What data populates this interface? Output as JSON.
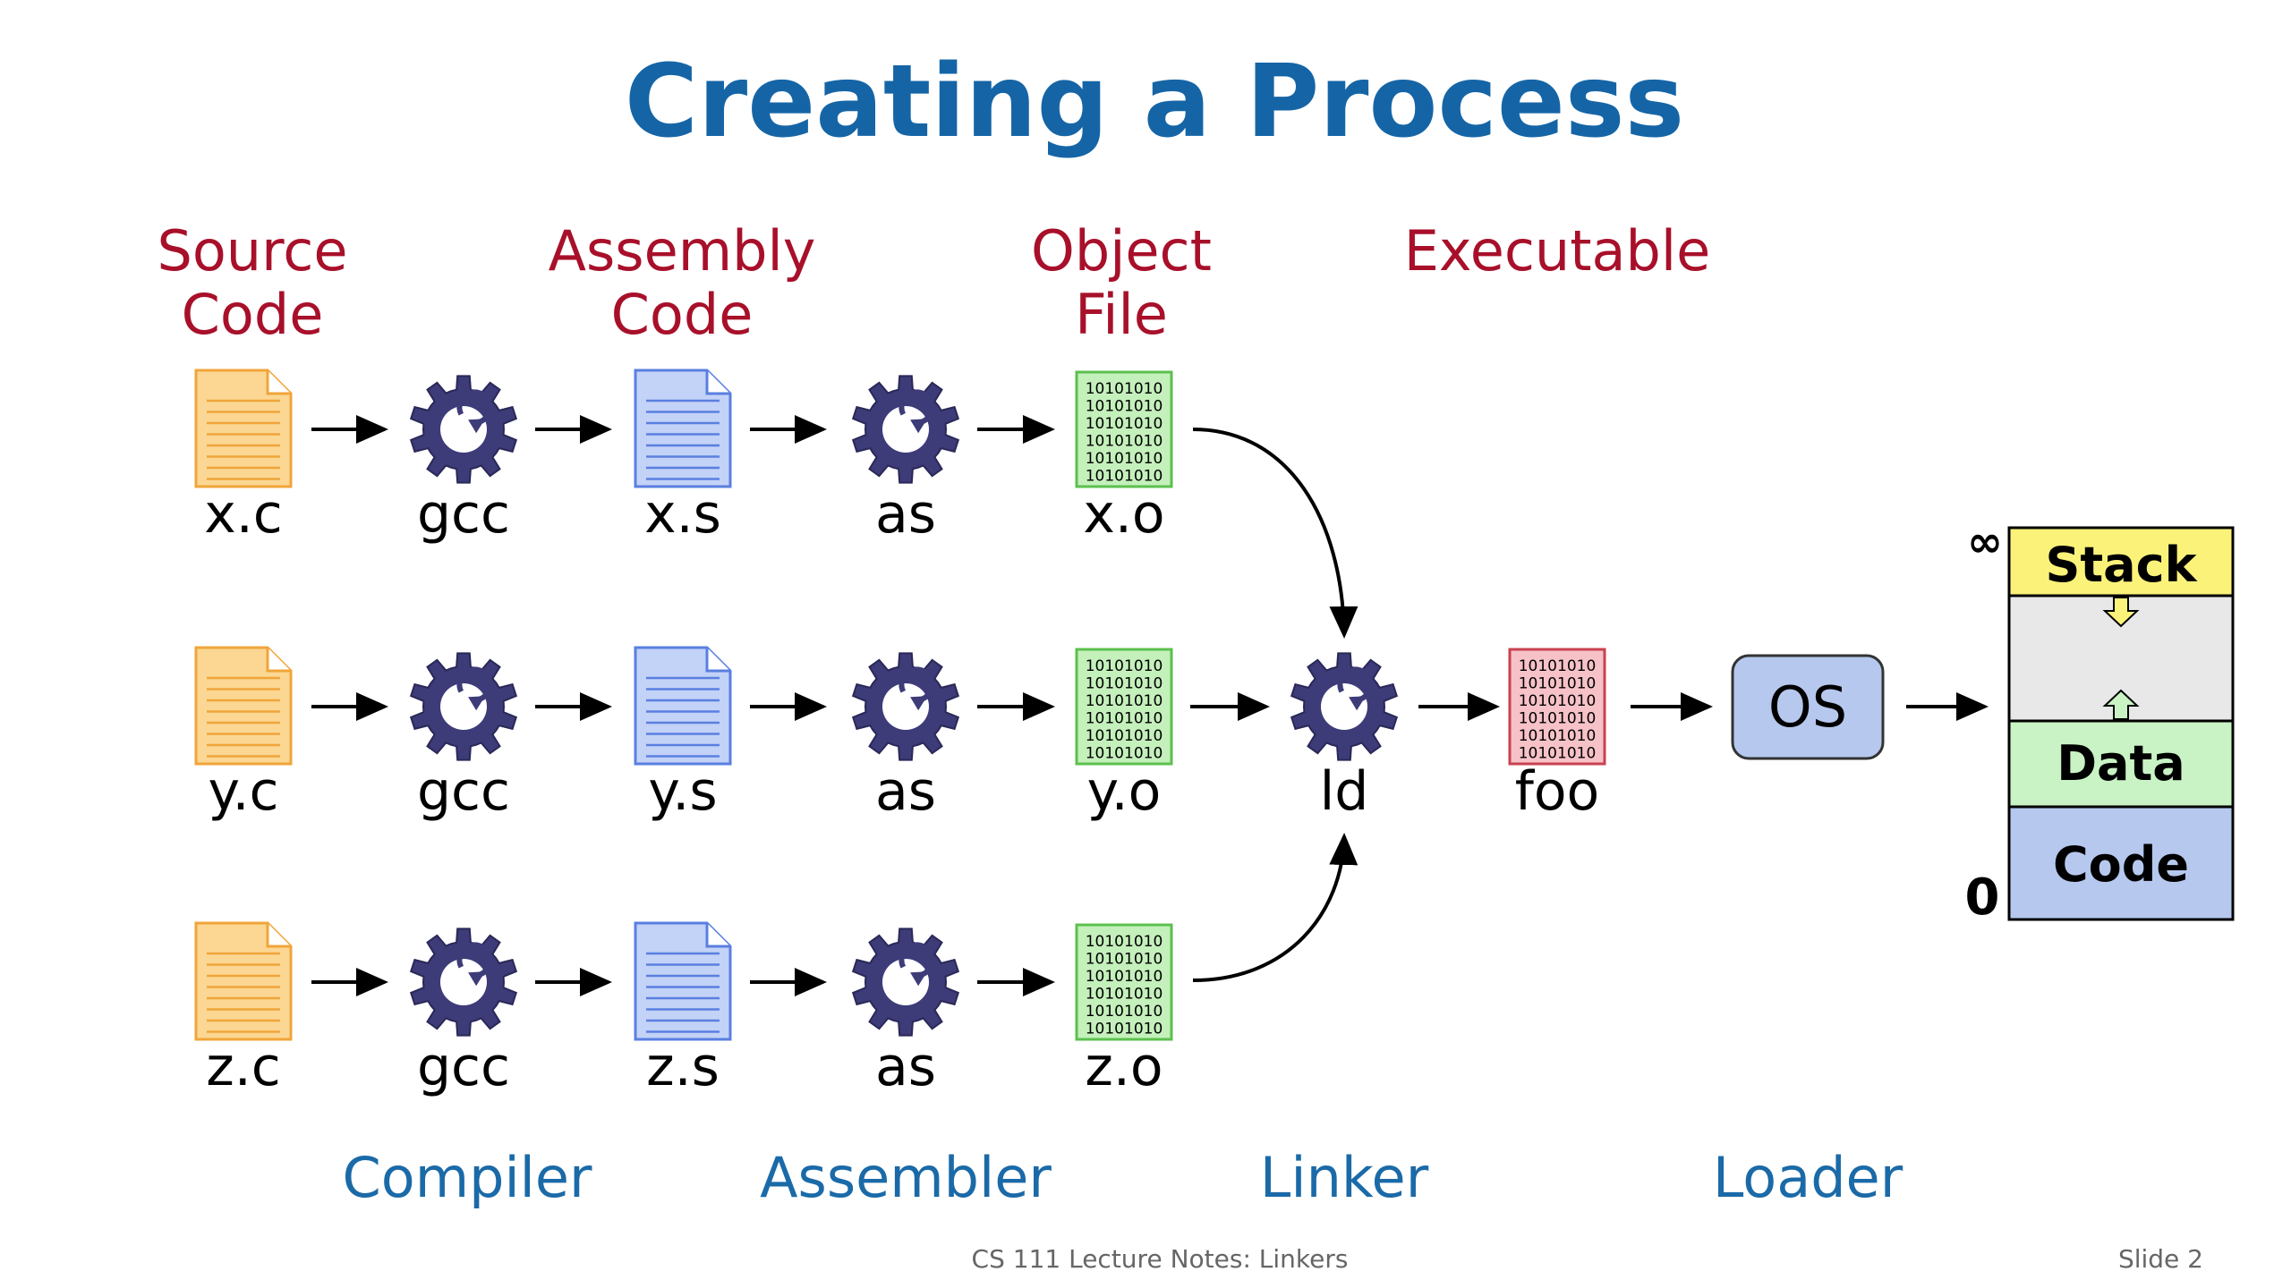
{
  "title": "Creating a Process",
  "headers": {
    "source": [
      "Source",
      "Code"
    ],
    "assembly": [
      "Assembly",
      "Code"
    ],
    "object": [
      "Object",
      "File"
    ],
    "executable": [
      "Executable"
    ]
  },
  "rows": [
    {
      "src": "x.c",
      "compiler": "gcc",
      "asm": "x.s",
      "assembler": "as",
      "obj": "x.o"
    },
    {
      "src": "y.c",
      "compiler": "gcc",
      "asm": "y.s",
      "assembler": "as",
      "obj": "y.o"
    },
    {
      "src": "z.c",
      "compiler": "gcc",
      "asm": "z.s",
      "assembler": "as",
      "obj": "z.o"
    }
  ],
  "linker_label": "ld",
  "executable_label": "foo",
  "os_label": "OS",
  "binary_text": "10101010",
  "memory": {
    "top_label": "∞",
    "bottom_label": "0",
    "segments": {
      "stack": "Stack",
      "data": "Data",
      "code": "Code"
    }
  },
  "stage_labels": {
    "compiler": "Compiler",
    "assembler": "Assembler",
    "linker": "Linker",
    "loader": "Loader"
  },
  "footer": {
    "center": "CS 111 Lecture Notes: Linkers",
    "right": "Slide 2"
  },
  "colors": {
    "title": "#1565a6",
    "header": "#a8102a",
    "stage": "#1b6aa8",
    "gear": "#3d3b78",
    "source_file": "#fbd793",
    "source_stroke": "#f0a53a",
    "asm_file": "#c3d2f7",
    "asm_stroke": "#5a7fe0",
    "obj_file": "#c4f0bb",
    "obj_stroke": "#5cc04e",
    "exe_file": "#f6c2c8",
    "exe_stroke": "#c8424f",
    "os_box": "#b6c8ee",
    "stack_seg": "#fbf27a",
    "gap_seg": "#e8e8e8",
    "data_seg": "#c9f3c4",
    "code_seg": "#b6c8ee"
  }
}
